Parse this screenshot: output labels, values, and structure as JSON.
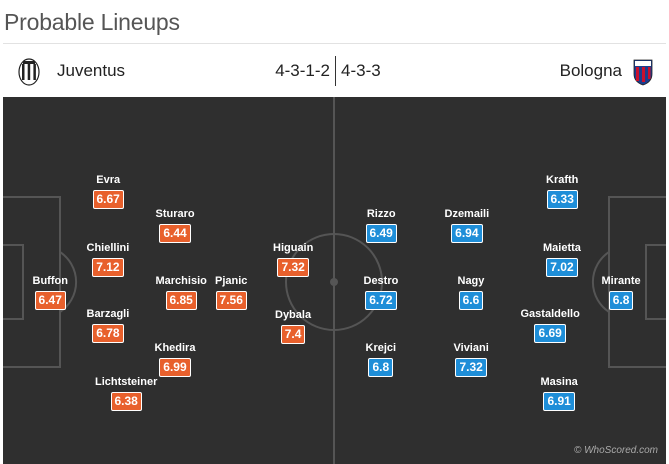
{
  "title": "Probable Lineups",
  "home": {
    "name": "Juventus",
    "formation": "4-3-1-2",
    "color": "#e8602c"
  },
  "away": {
    "name": "Bologna",
    "formation": "4-3-3",
    "color": "#1e8ed8"
  },
  "home_players": [
    {
      "name": "Buffon",
      "rating": "6.47"
    },
    {
      "name": "Evra",
      "rating": "6.67"
    },
    {
      "name": "Chiellini",
      "rating": "7.12"
    },
    {
      "name": "Barzagli",
      "rating": "6.78"
    },
    {
      "name": "Lichtsteiner",
      "rating": "6.38"
    },
    {
      "name": "Sturaro",
      "rating": "6.44"
    },
    {
      "name": "Marchisio",
      "rating": "6.85"
    },
    {
      "name": "Khedira",
      "rating": "6.99"
    },
    {
      "name": "Pjanic",
      "rating": "7.56"
    },
    {
      "name": "Higuain",
      "rating": "7.32"
    },
    {
      "name": "Dybala",
      "rating": "7.4"
    }
  ],
  "away_players": [
    {
      "name": "Rizzo",
      "rating": "6.49"
    },
    {
      "name": "Destro",
      "rating": "6.72"
    },
    {
      "name": "Krejci",
      "rating": "6.8"
    },
    {
      "name": "Dzemaili",
      "rating": "6.94"
    },
    {
      "name": "Nagy",
      "rating": "6.6"
    },
    {
      "name": "Viviani",
      "rating": "7.32"
    },
    {
      "name": "Krafth",
      "rating": "6.33"
    },
    {
      "name": "Maietta",
      "rating": "7.02"
    },
    {
      "name": "Gastaldello",
      "rating": "6.69"
    },
    {
      "name": "Masina",
      "rating": "6.91"
    },
    {
      "name": "Mirante",
      "rating": "6.8"
    }
  ],
  "credit": "© WhoScored.com",
  "icons": {
    "home_crest": "juventus-crest-icon",
    "away_crest": "bologna-crest-icon"
  }
}
